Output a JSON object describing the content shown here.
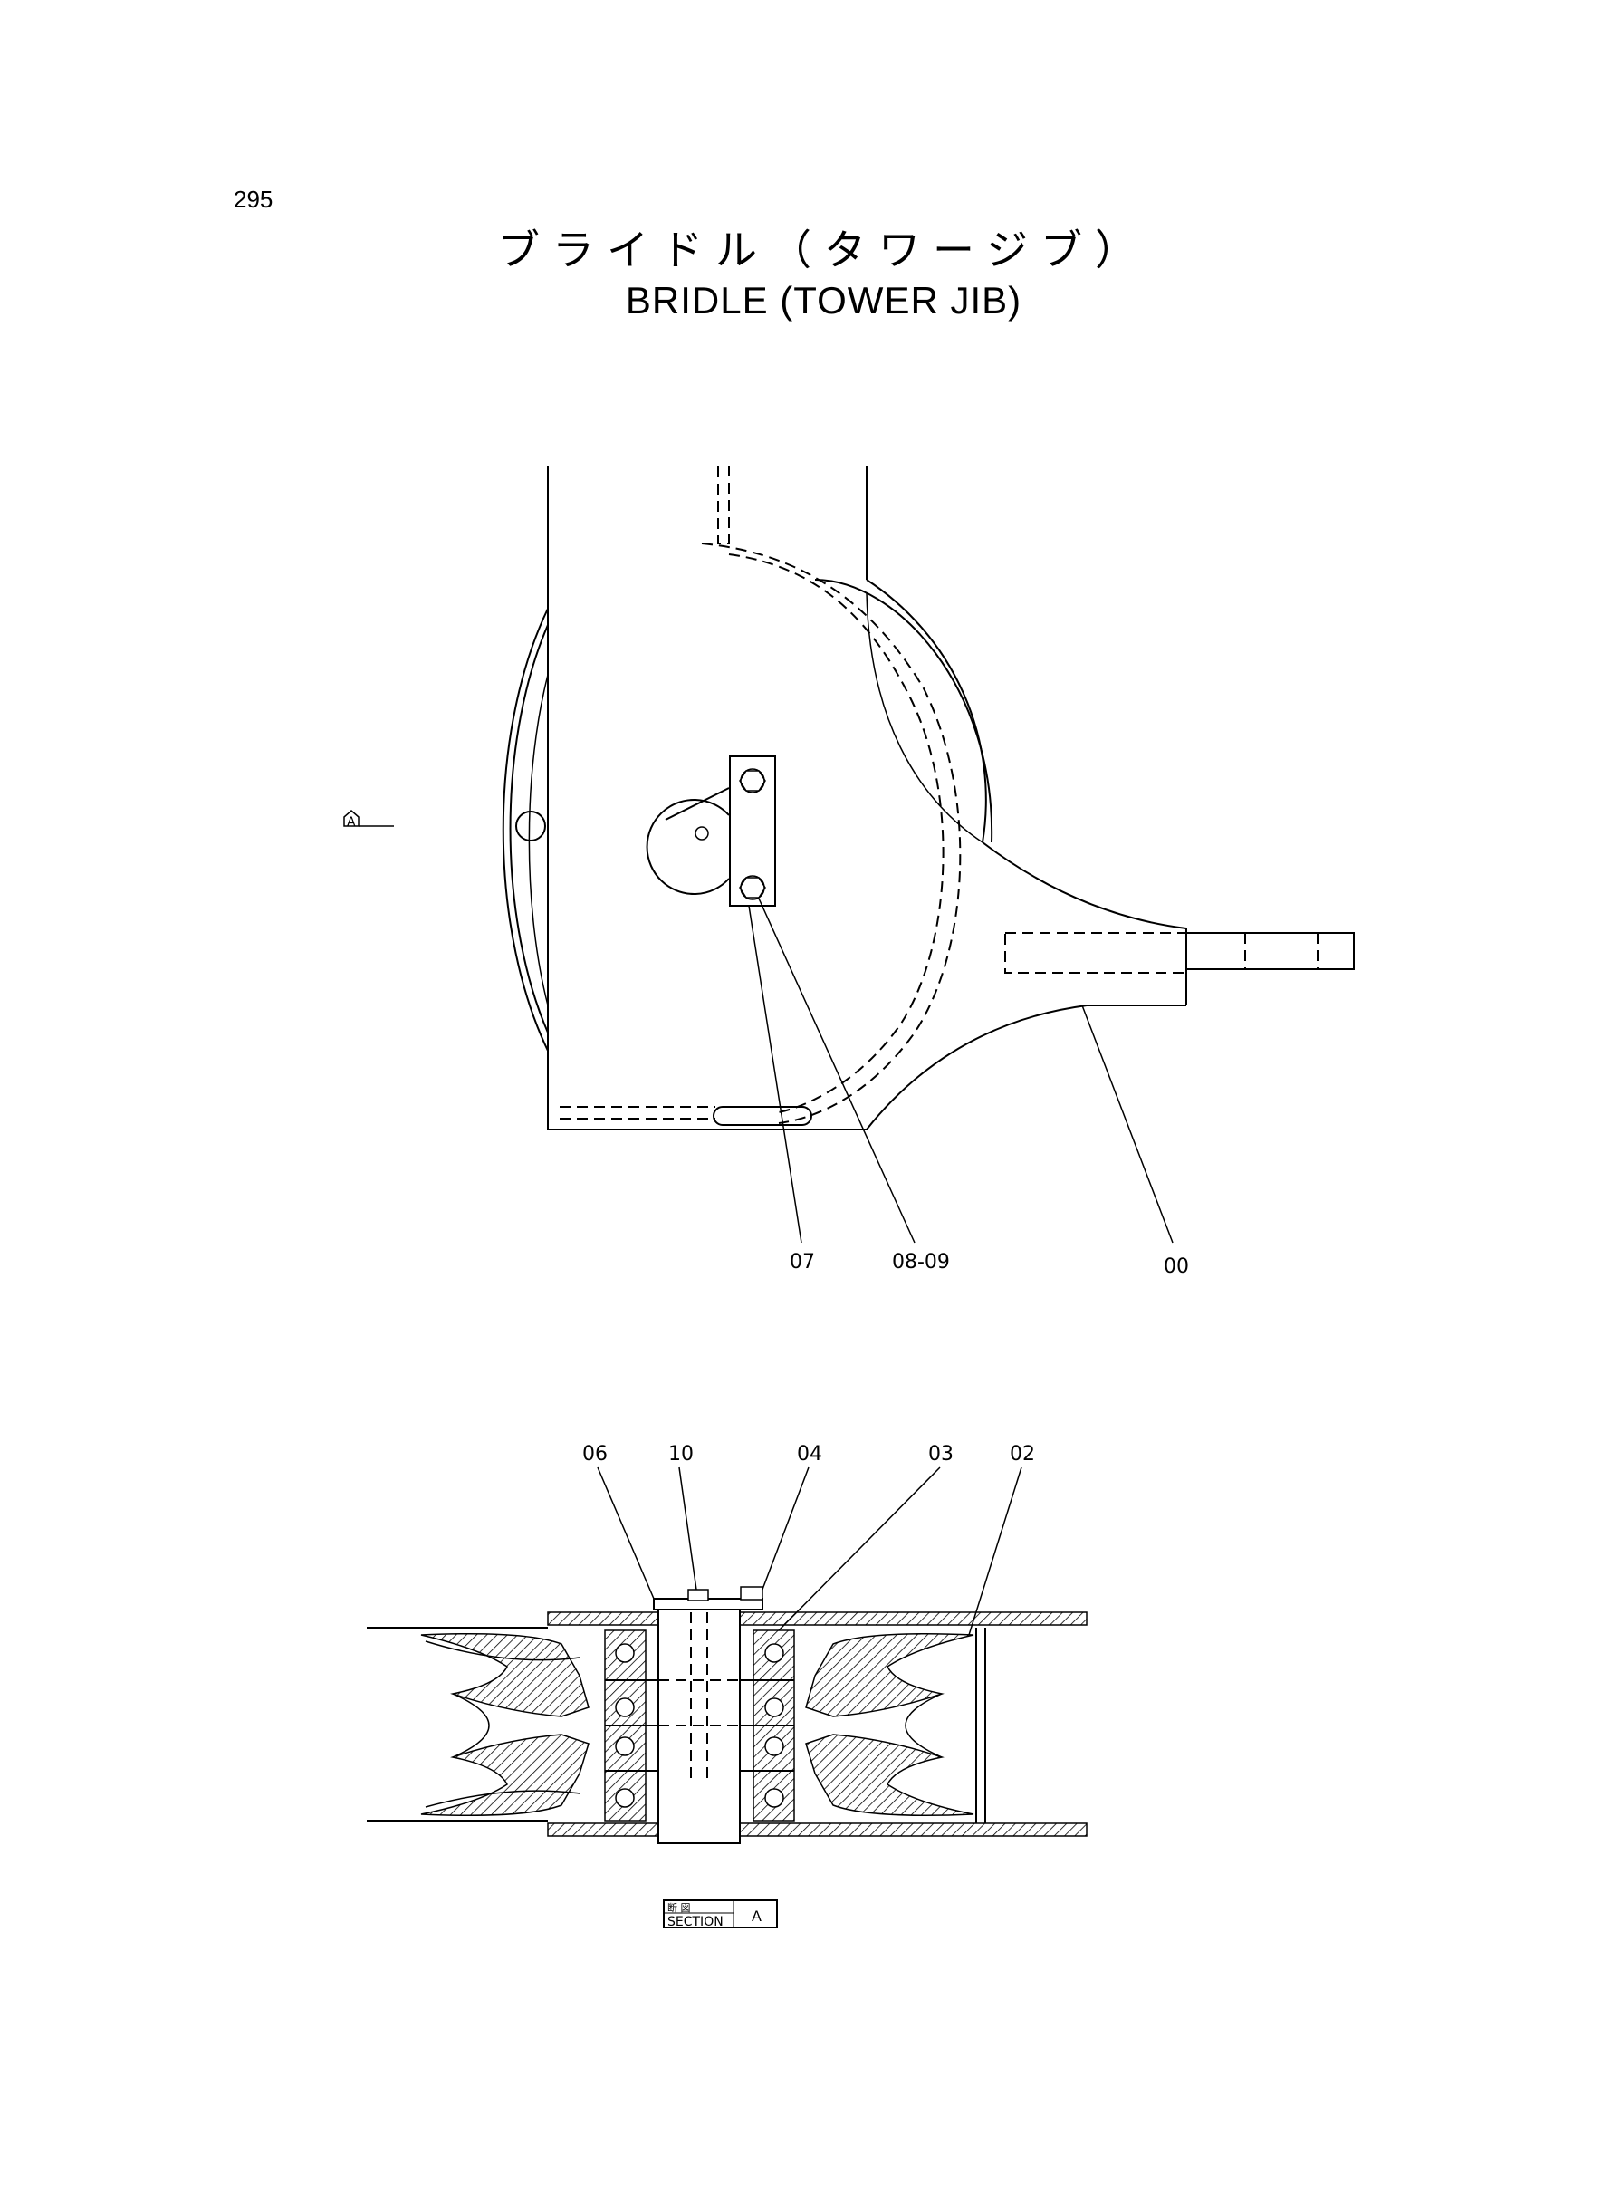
{
  "page_number": "295",
  "title_jp": "ブライドル（タワージブ）",
  "title_en": "BRIDLE (TOWER JIB)",
  "section_marker": "A",
  "callouts_top": [
    "07",
    "08-09",
    "00"
  ],
  "callouts_bottom": [
    "06",
    "10",
    "04",
    "03",
    "02"
  ],
  "section_label": {
    "jp": "断 図",
    "en": "SECTION",
    "letter": "A"
  }
}
